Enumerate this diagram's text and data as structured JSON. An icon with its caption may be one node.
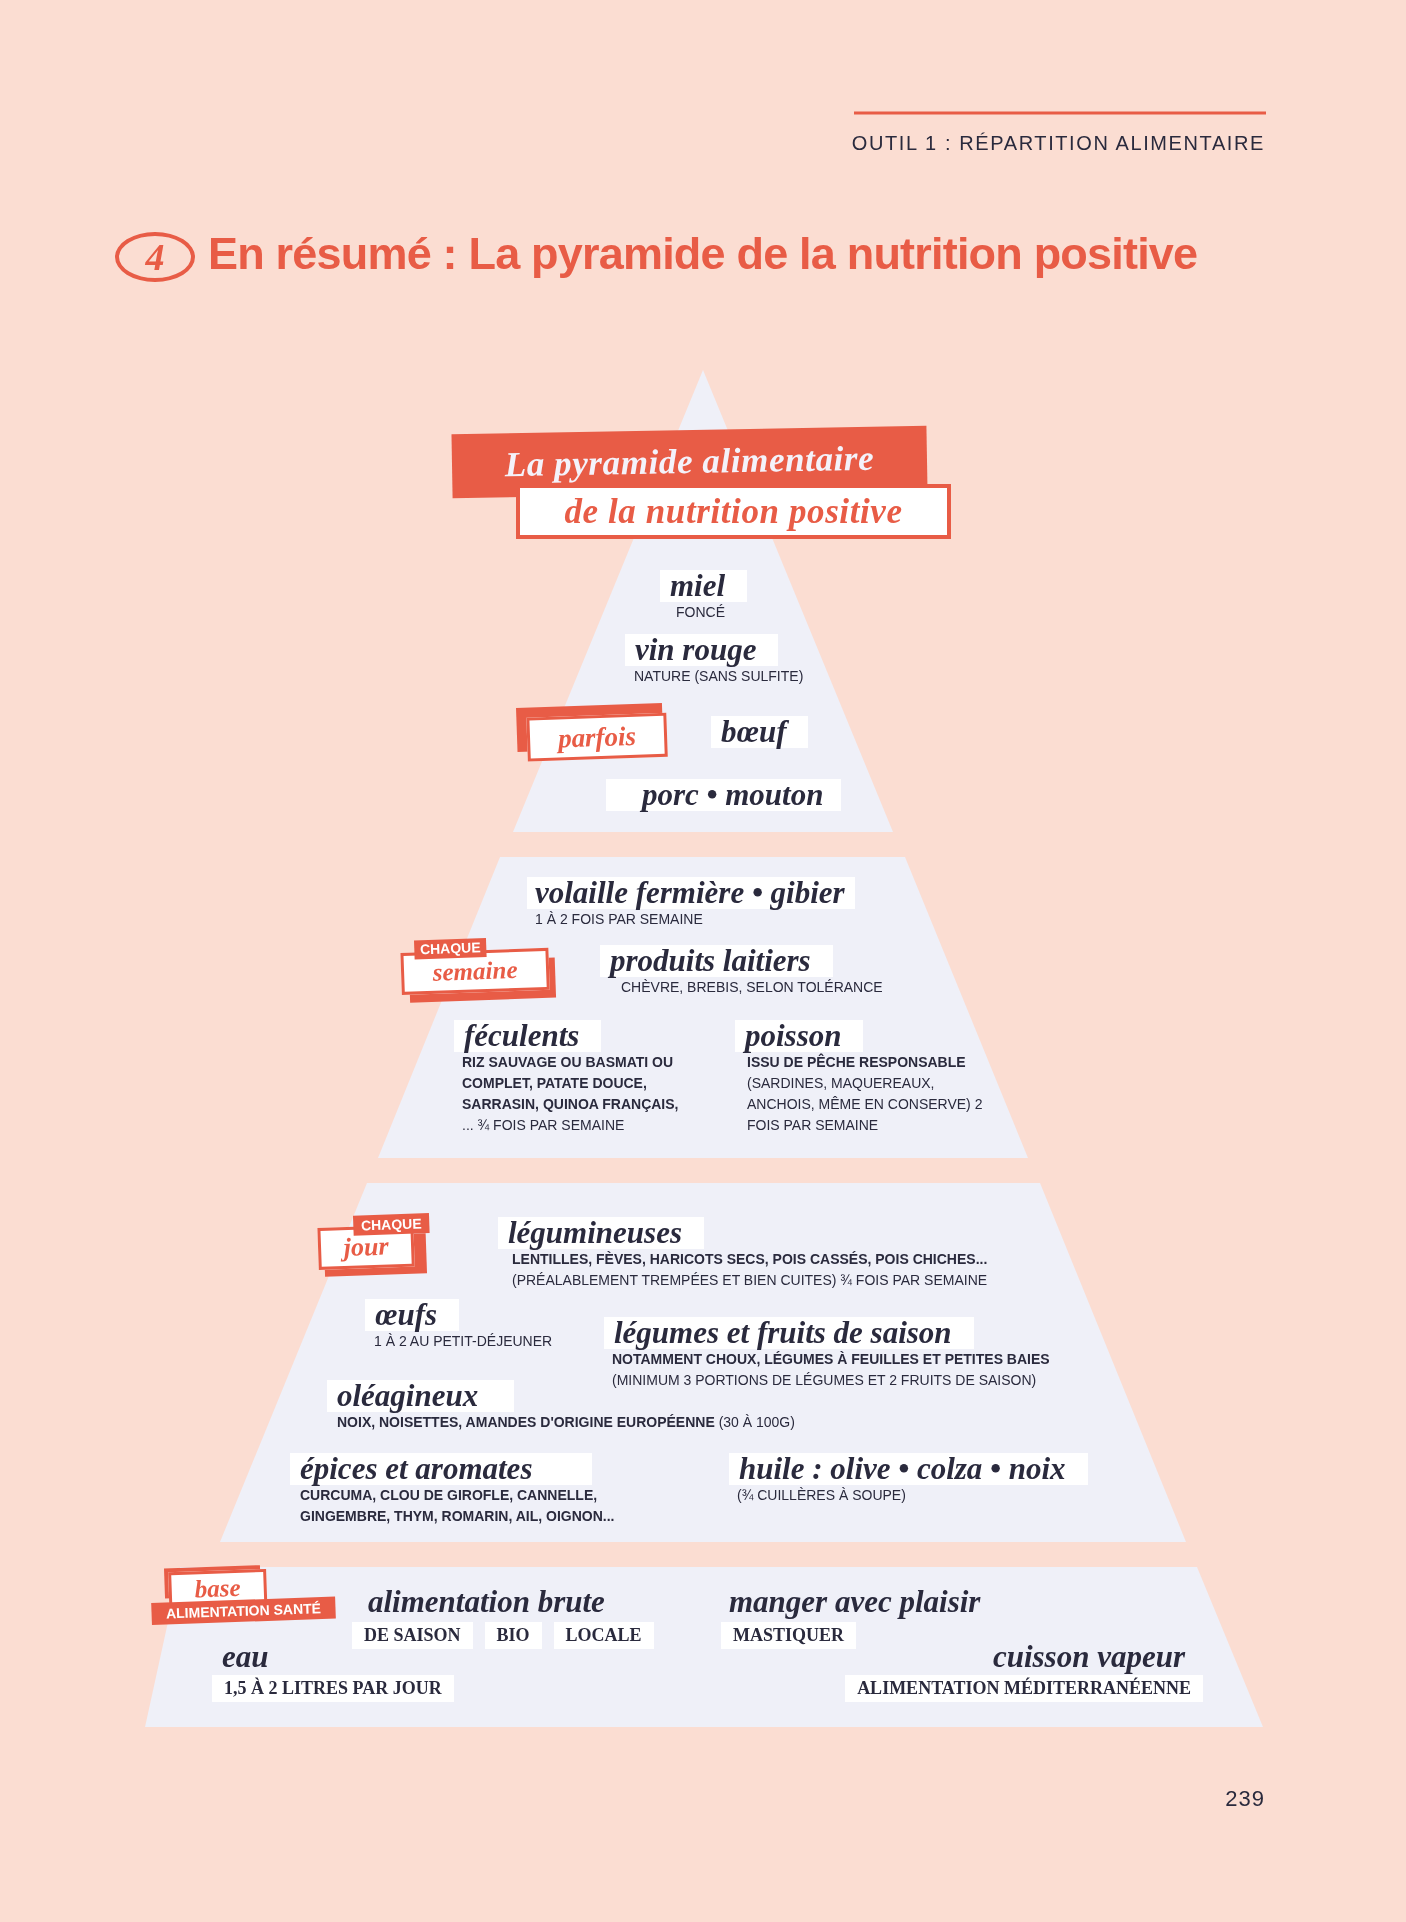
{
  "diagram": {
    "title": "En résumé : La pyramide de la nutrition positive",
    "nodes": [
      {
        "text": [
          "4"
        ]
      },
      {
        "text": [
          "La pyramide alimentaire"
        ]
      },
      {
        "text": [
          "de la nutrition positive"
        ]
      },
      {
        "text": [],
        "shape": "triangle"
      },
      {
        "text": [
          "miel",
          "FONCÉ"
        ],
        "in": 3
      },
      {
        "text": [
          "vin rouge",
          "NATURE (SANS SULFITE)"
        ],
        "in": 3
      },
      {
        "text": [
          "parfois"
        ],
        "in": 3
      },
      {
        "text": [
          "bœuf"
        ],
        "in": 3
      },
      {
        "text": [
          "porc • mouton"
        ],
        "in": 3
      },
      {
        "text": [],
        "shape": "trapezoid"
      },
      {
        "text": [
          "volaille fermière • gibier",
          "1 À 2 FOIS PAR SEMAINE"
        ],
        "in": 9
      },
      {
        "text": [
          "CHAQUE",
          "semaine"
        ],
        "in": 9
      },
      {
        "text": [
          "produits laitiers",
          "CHÈVRE, BREBIS, SELON TOLÉRANCE"
        ],
        "in": 9
      },
      {
        "text": [
          "féculents",
          "RIZ SAUVAGE OU BASMATI OU COMPLET, PATATE DOUCE, SARRASIN, QUINOA FRANÇAIS,",
          "... ¾ FOIS PAR SEMAINE"
        ],
        "in": 9
      },
      {
        "text": [
          "poisson",
          "ISSU DE PÊCHE RESPONSABLE",
          "(SARDINES, MAQUEREAUX, ANCHOIS, MÊME EN CONSERVE) 2 FOIS PAR SEMAINE"
        ],
        "in": 9
      },
      {
        "text": [],
        "shape": "trapezoid"
      },
      {
        "text": [
          "CHAQUE",
          "jour"
        ],
        "in": 15
      },
      {
        "text": [
          "légumineuses",
          "LENTILLES, FÈVES, HARICOTS SECS, POIS CASSÉS, POIS CHICHES...",
          "(PRÉALABLEMENT TREMPÉES ET BIEN CUITES) ¾ FOIS PAR SEMAINE"
        ],
        "in": 15
      },
      {
        "text": [
          "œufs",
          "1 À 2 AU PETIT-DÉJEUNER"
        ],
        "in": 15
      },
      {
        "text": [
          "légumes et fruits de saison",
          "NOTAMMENT CHOUX, LÉGUMES À FEUILLES ET PETITES BAIES",
          "(MINIMUM 3 PORTIONS DE LÉGUMES ET 2 FRUITS DE SAISON)"
        ],
        "in": 15
      },
      {
        "text": [
          "oléagineux",
          "**NOIX, NOISETTES, AMANDES D'ORIGINE EUROPÉENNE** (30 À 100G)"
        ],
        "in": 15
      },
      {
        "text": [
          "épices et aromates",
          "CURCUMA, CLOU DE GIROFLE, CANNELLE, GINGEMBRE, THYM, ROMARIN, AIL, OIGNON..."
        ],
        "in": 15
      },
      {
        "text": [
          "huile : olive • colza • noix",
          "(¾ CUILLÈRES À SOUPE)"
        ],
        "in": 15
      },
      {
        "text": [],
        "shape": "trapezoid"
      },
      {
        "text": [
          "base",
          "ALIMENTATION SANTÉ"
        ],
        "in": 23
      },
      {
        "text": [
          "alimentation brute",
          "DE SAISON",
          "BIO",
          "LOCALE"
        ],
        "in": 23
      },
      {
        "text": [
          "manger avec plaisir",
          "MASTIQUER"
        ],
        "in": 23
      },
      {
        "text": [
          "eau",
          "1,5 À 2 LITRES PAR JOUR"
        ],
        "in": 23
      },
      {
        "text": [
          "cuisson vapeur",
          "ALIMENTATION MÉDITERRANÉENNE"
        ],
        "in": 23
      }
    ],
    "labels": [
      "OUTIL 1 : RÉPARTITION ALIMENTAIRE",
      "239"
    ]
  }
}
